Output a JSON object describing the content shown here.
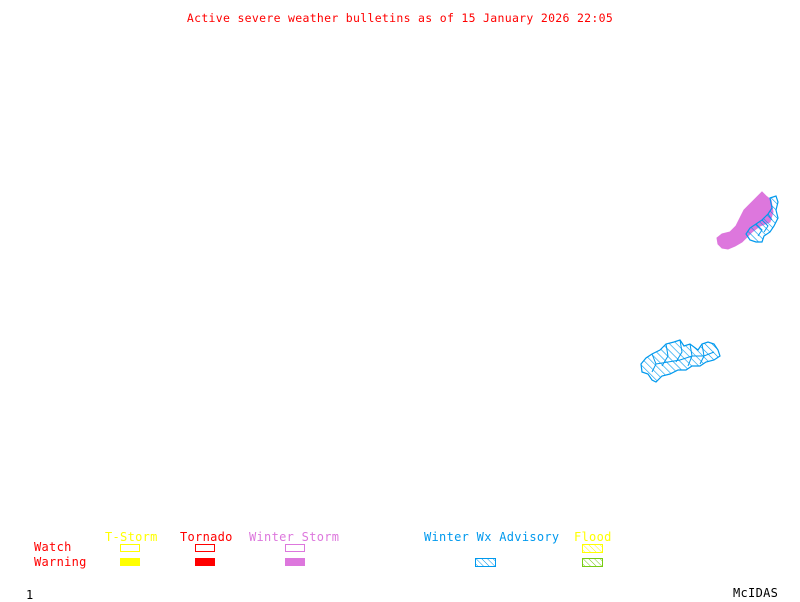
{
  "title": "Active severe weather bulletins as of 15 January 2026 22:05",
  "colors": {
    "title": "#ff0000",
    "tstorm": "#ffff00",
    "tornado": "#ff0000",
    "winter_storm": "#dd77dd",
    "winter_wx_advisory": "#0099ee",
    "flood_watch": "#ffff00",
    "flood_warning": "#77cc11",
    "footer": "#000000"
  },
  "legend": {
    "row_labels": {
      "watch": "Watch",
      "warning": "Warning"
    },
    "categories": [
      {
        "id": "tstorm",
        "label": "T-Storm",
        "watch": "outline",
        "warning": "filled"
      },
      {
        "id": "tornado",
        "label": "Tornado",
        "watch": "outline",
        "warning": "filled"
      },
      {
        "id": "winter_storm",
        "label": "Winter Storm",
        "watch": "outline",
        "warning": "filled"
      },
      {
        "id": "winter_wx_advisory",
        "label": "Winter Wx Advisory",
        "watch": "none",
        "warning": "hatched"
      },
      {
        "id": "flood",
        "label": "Flood",
        "watch": "hatched",
        "warning": "hatched"
      }
    ]
  },
  "map": {
    "areas": [
      {
        "type": "Winter Storm Warning",
        "style": "filled",
        "region": "upper right edge"
      },
      {
        "type": "Winter Wx Advisory",
        "style": "hatched",
        "region": "upper right edge"
      },
      {
        "type": "Winter Wx Advisory",
        "style": "hatched",
        "region": "middle right"
      }
    ]
  },
  "footer": {
    "frame_number": "1",
    "software": "McIDAS"
  }
}
